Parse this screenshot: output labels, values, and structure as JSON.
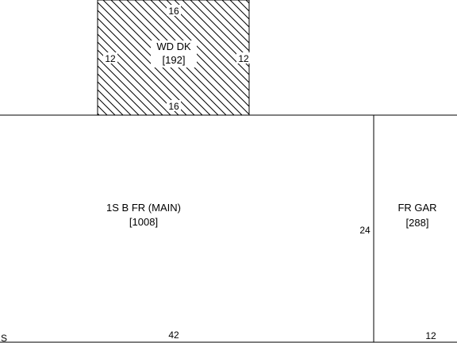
{
  "sketch": {
    "deck": {
      "name": "WD DK",
      "area": "[192]",
      "dims": {
        "top": "16",
        "bottom": "16",
        "left": "12",
        "right": "12"
      }
    },
    "main": {
      "name": "1S B FR (MAIN)",
      "area": "[1008]",
      "dims": {
        "bottom": "42",
        "right": "24"
      }
    },
    "garage": {
      "name": "FR GAR",
      "area": "[288]",
      "dims": {
        "bottom": "12"
      }
    },
    "corner_mark": "S"
  }
}
